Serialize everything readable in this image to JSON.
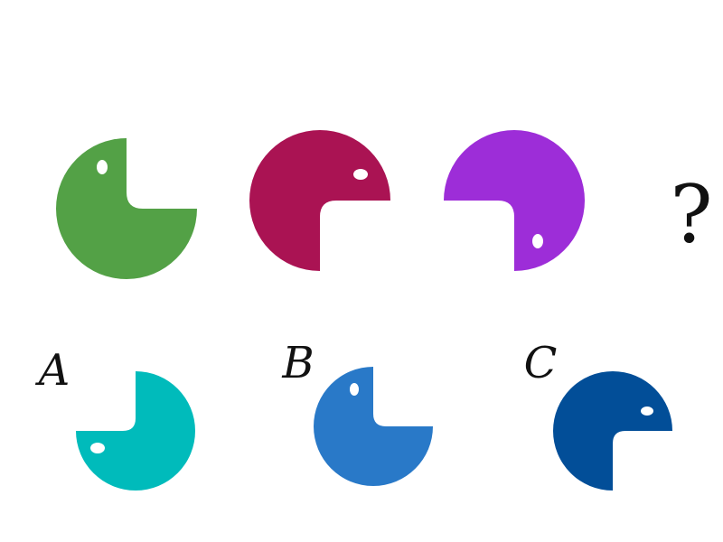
{
  "puzzle": {
    "question_mark": "?",
    "sequence": [
      {
        "name": "green-shape",
        "color": "#53A146",
        "icon": "pacman-bird-notch-top-right"
      },
      {
        "name": "crimson-shape",
        "color": "#AA1353",
        "icon": "pacman-bird-notch-bottom-right"
      },
      {
        "name": "purple-shape",
        "color": "#9D2DD8",
        "icon": "pacman-bird-notch-bottom-left"
      }
    ],
    "options": [
      {
        "label": "A",
        "color": "#00BBBB",
        "icon": "pacman-bird-notch-top-left"
      },
      {
        "label": "B",
        "color": "#2979C8",
        "icon": "pacman-bird-notch-top-right"
      },
      {
        "label": "C",
        "color": "#024E98",
        "icon": "pacman-bird-notch-bottom-right"
      }
    ]
  }
}
